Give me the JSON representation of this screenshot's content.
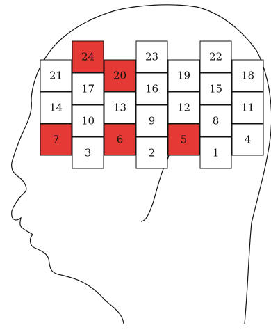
{
  "colors": {
    "highlight": "#e53935",
    "cell": "#ffffff",
    "stroke": "#111111"
  },
  "cells": [
    {
      "label": "24",
      "highlighted": true
    },
    {
      "label": "21",
      "highlighted": false
    },
    {
      "label": "17",
      "highlighted": false
    },
    {
      "label": "14",
      "highlighted": false
    },
    {
      "label": "10",
      "highlighted": false
    },
    {
      "label": "7",
      "highlighted": true
    },
    {
      "label": "3",
      "highlighted": false
    },
    {
      "label": "20",
      "highlighted": true
    },
    {
      "label": "13",
      "highlighted": false
    },
    {
      "label": "6",
      "highlighted": true
    },
    {
      "label": "23",
      "highlighted": false
    },
    {
      "label": "16",
      "highlighted": false
    },
    {
      "label": "9",
      "highlighted": false
    },
    {
      "label": "2",
      "highlighted": false
    },
    {
      "label": "19",
      "highlighted": false
    },
    {
      "label": "12",
      "highlighted": false
    },
    {
      "label": "5",
      "highlighted": true
    },
    {
      "label": "22",
      "highlighted": false
    },
    {
      "label": "15",
      "highlighted": false
    },
    {
      "label": "8",
      "highlighted": false
    },
    {
      "label": "1",
      "highlighted": false
    },
    {
      "label": "18",
      "highlighted": false
    },
    {
      "label": "11",
      "highlighted": false
    },
    {
      "label": "4",
      "highlighted": false
    }
  ]
}
